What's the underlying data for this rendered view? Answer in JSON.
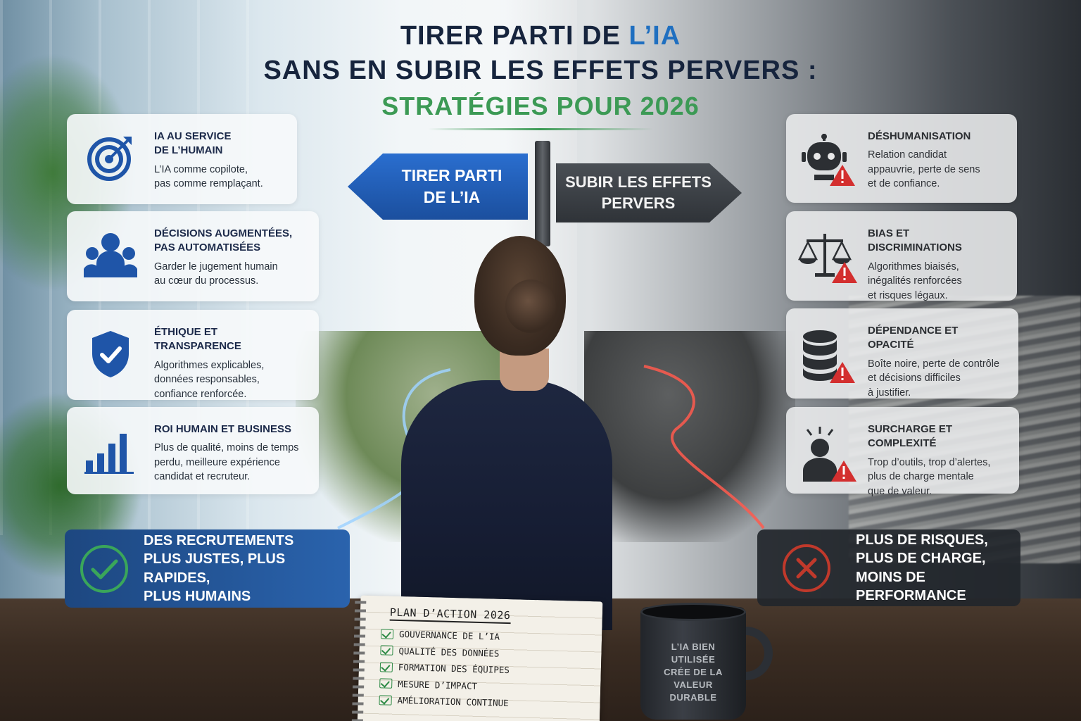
{
  "title": {
    "line1_prefix": "TIRER PARTI DE ",
    "line1_accent": "L’IA",
    "line2": "SANS EN SUBIR LES EFFETS PERVERS :",
    "line3": "STRATÉGIES POUR 2026"
  },
  "signpost": {
    "left": "TIRER PARTI\nDE L’IA",
    "right": "SUBIR LES EFFETS\nPERVERS"
  },
  "left_cards": [
    {
      "icon": "target-icon",
      "heading": "IA AU SERVICE\nDE L’HUMAIN",
      "text": "L’IA comme copilote,\npas comme remplaçant."
    },
    {
      "icon": "people-icon",
      "heading": "DÉCISIONS AUGMENTÉES,\nPAS AUTOMATISÉES",
      "text": "Garder le jugement humain\nau cœur du processus."
    },
    {
      "icon": "shield-check-icon",
      "heading": "ÉTHIQUE ET TRANSPARENCE",
      "text": "Algorithmes explicables,\ndonnées responsables,\nconfiance renforcée."
    },
    {
      "icon": "bar-chart-icon",
      "heading": "ROI HUMAIN ET BUSINESS",
      "text": "Plus de qualité, moins de temps\nperdu, meilleure expérience\ncandidat et recruteur."
    }
  ],
  "right_cards": [
    {
      "icon": "robot-warning-icon",
      "heading": "DÉSHUMANISATION",
      "text": "Relation candidat\nappauvrie, perte de sens\net de confiance."
    },
    {
      "icon": "scales-warning-icon",
      "heading": "BIAS ET DISCRIMINATIONS",
      "text": "Algorithmes biaisés,\ninégalités renforcées\net risques légaux."
    },
    {
      "icon": "database-warning-icon",
      "heading": "DÉPENDANCE ET OPACITÉ",
      "text": "Boîte noire, perte de contrôle\net décisions difficiles\nà justifier."
    },
    {
      "icon": "overload-warning-icon",
      "heading": "SURCHARGE ET COMPLEXITÉ",
      "text": "Trop d’outils, trop d’alertes,\nplus de charge mentale\nque de valeur."
    }
  ],
  "outcomes": {
    "left": {
      "icon": "check-circle-icon",
      "text": "DES RECRUTEMENTS\nPLUS JUSTES, PLUS RAPIDES,\nPLUS HUMAINS"
    },
    "right": {
      "icon": "x-circle-icon",
      "text": "PLUS DE RISQUES,\nPLUS DE CHARGE,\nMOINS DE PERFORMANCE"
    }
  },
  "notebook": {
    "title": "PLAN D’ACTION 2026",
    "items": [
      "GOUVERNANCE DE L’IA",
      "QUALITÉ DES DONNÉES",
      "FORMATION DES ÉQUIPES",
      "MESURE D’IMPACT",
      "AMÉLIORATION CONTINUE"
    ]
  },
  "mug": {
    "text": "L’IA BIEN\nUTILISÉE\nCRÉE DE LA\nVALEUR\nDURABLE"
  },
  "colors": {
    "navy": "#16243d",
    "blue_accent": "#1f6fc0",
    "green_accent": "#3c9a55",
    "warning_red": "#d32f2f",
    "outcome_red": "#c0392b"
  }
}
